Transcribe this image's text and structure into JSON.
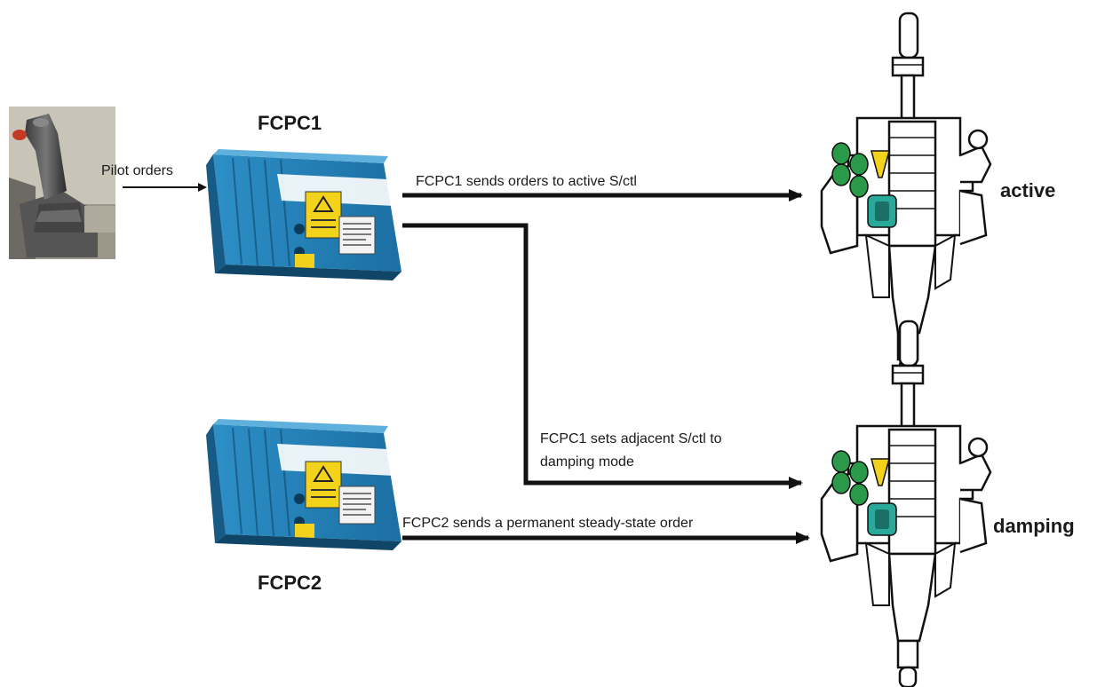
{
  "units": {
    "fcpc1": {
      "title": "FCPC1"
    },
    "fcpc2": {
      "title": "FCPC2"
    }
  },
  "connections": {
    "pilot": "Pilot orders",
    "active_order": "FCPC1 sends orders to active S/ctl",
    "damping_set_line1": "FCPC1 sets adjacent S/ctl to",
    "damping_set_line2": "damping mode",
    "steady_order": "FCPC2 sends a permanent steady-state order"
  },
  "servos": {
    "top": {
      "mode": "active"
    },
    "bottom": {
      "mode": "damping"
    }
  },
  "colors": {
    "computer_blue": "#1f7fb6",
    "warning_yellow": "#f2d21b",
    "valve_green": "#2a9a4a",
    "valve_teal": "#2aa89a",
    "arrow": "#111111"
  },
  "icons": [
    "joystick-icon",
    "computer-icon",
    "servo-actuator-icon"
  ]
}
